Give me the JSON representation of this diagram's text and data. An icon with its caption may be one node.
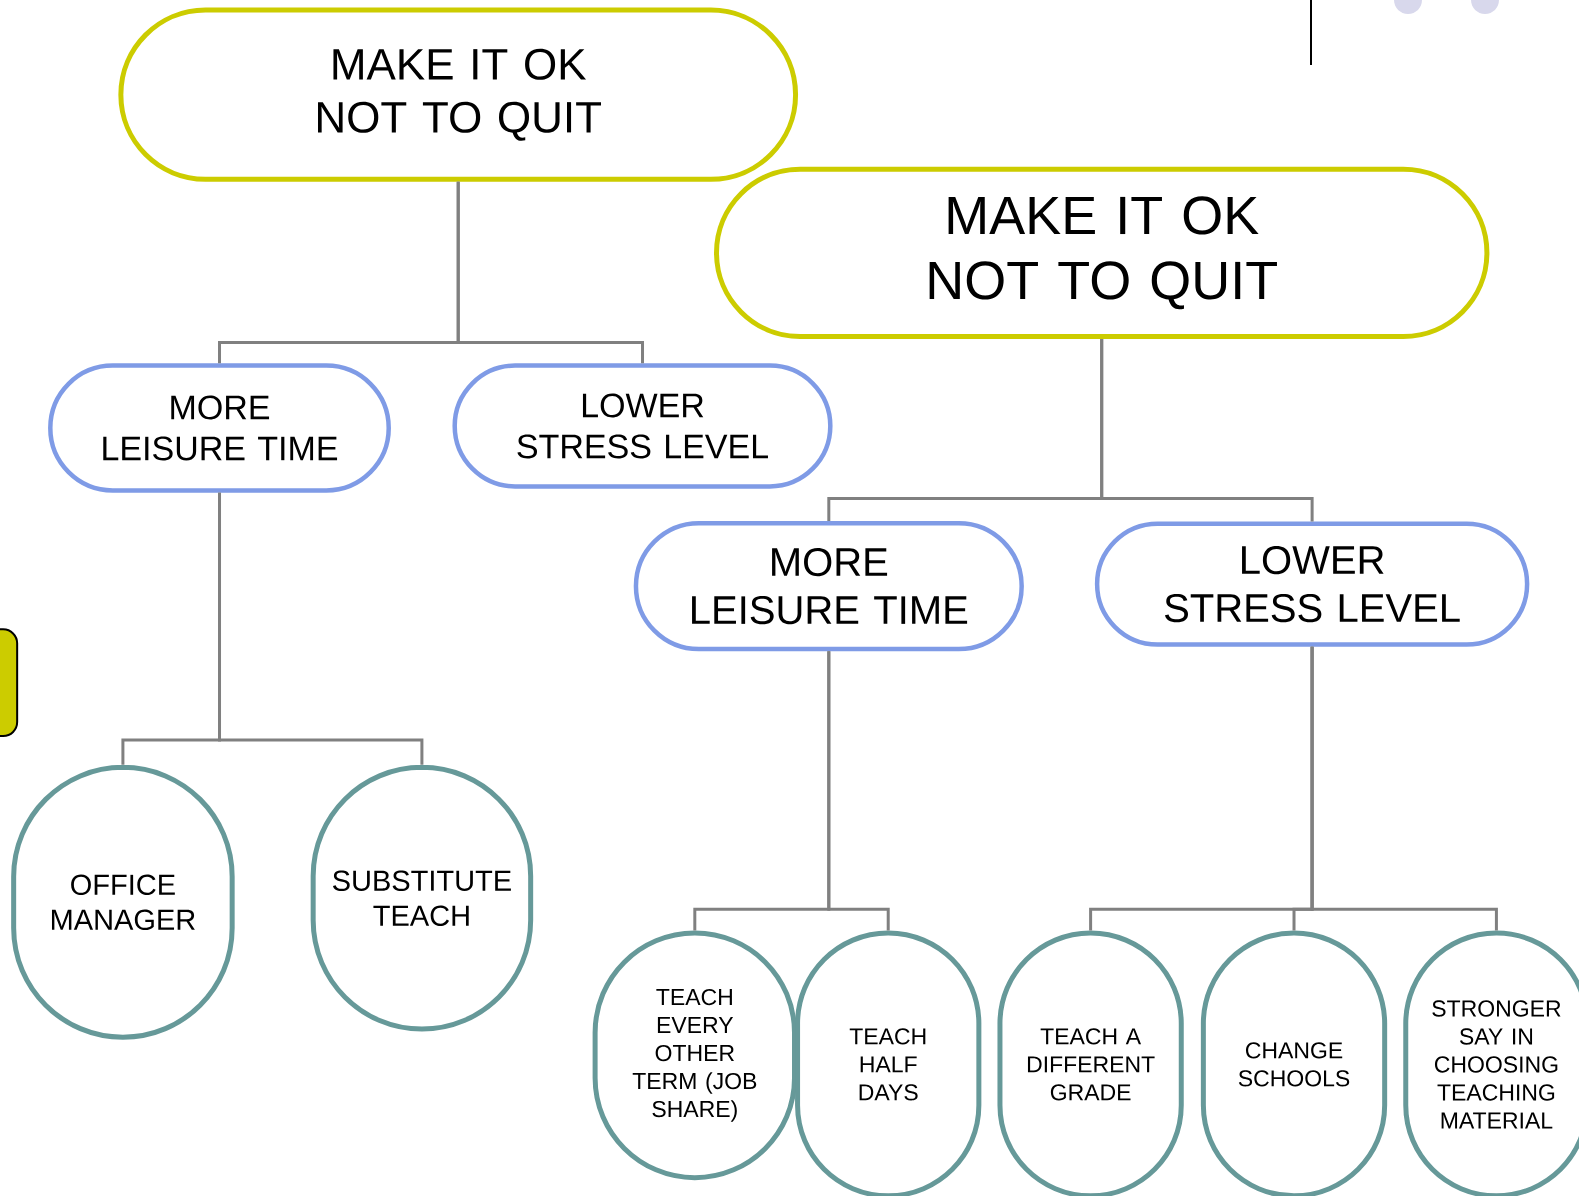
{
  "diagram": {
    "nodes": [
      {
        "text": [
          "MAKE IT OK NOT TO QUIT"
        ]
      },
      {
        "text": [
          "MAKE IT OK NOT TO QUIT"
        ]
      },
      {
        "text": [
          "MORE LEISURE TIME"
        ]
      },
      {
        "text": [
          "LOWER STRESS LEVEL"
        ]
      },
      {
        "text": [
          "MORE LEISURE TIME"
        ]
      },
      {
        "text": [
          "LOWER STRESS LEVEL"
        ]
      },
      {
        "text": [
          "OFFICE MANAGER"
        ]
      },
      {
        "text": [
          "SUBSTITUTE TEACH"
        ]
      },
      {
        "text": [
          "TEACH EVERY OTHER TERM (JOB SHARE)"
        ]
      },
      {
        "text": [
          "TEACH HALF DAYS"
        ]
      },
      {
        "text": [
          "TEACH A DIFFERENT GRADE"
        ]
      },
      {
        "text": [
          "CHANGE SCHOOLS"
        ]
      },
      {
        "text": [
          "STRONGER SAY IN CHOOSING TEACHING MATERIAL"
        ]
      },
      {
        "text": [],
        "shape": "box"
      }
    ],
    "edges": [
      {
        "from": 0,
        "to": 2,
        "arrow": "none"
      },
      {
        "from": 0,
        "to": 3,
        "arrow": "none"
      },
      {
        "from": 2,
        "to": 6,
        "arrow": "none"
      },
      {
        "from": 2,
        "to": 7,
        "arrow": "none"
      },
      {
        "from": 1,
        "to": 4,
        "arrow": "none"
      },
      {
        "from": 1,
        "to": 5,
        "arrow": "none"
      },
      {
        "from": 4,
        "to": 8,
        "arrow": "none"
      },
      {
        "from": 4,
        "to": 9,
        "arrow": "none"
      },
      {
        "from": 5,
        "to": 10,
        "arrow": "none"
      },
      {
        "from": 5,
        "to": 11,
        "arrow": "none"
      },
      {
        "from": 5,
        "to": 12,
        "arrow": "none"
      }
    ]
  }
}
